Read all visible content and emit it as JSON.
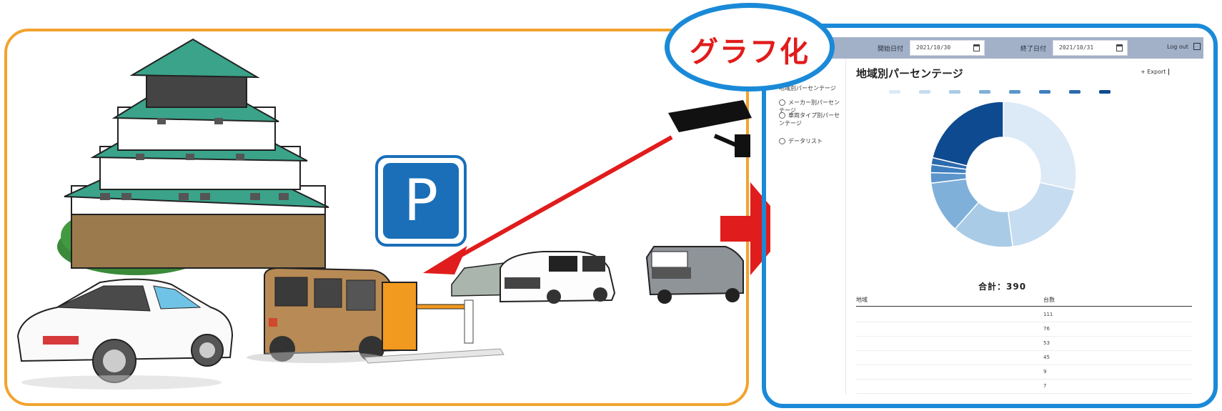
{
  "callout": {
    "text": "グラフ化"
  },
  "parking_sign": {
    "letter": "P"
  },
  "dashboard": {
    "start_label": "開始日付",
    "start_value": "2021/10/30",
    "end_label": "終了日付",
    "end_value": "2021/10/31",
    "logout_label": "Log out",
    "sidebar": [
      {
        "label": "メーカー別パーセンテージ"
      },
      {
        "label": "車両タイプ別パーセンテージ"
      },
      {
        "label": "データリスト"
      }
    ],
    "sidebar_partial": "地域別パーセンテージ",
    "title": "地域別パーセンテージ",
    "export_label": "Export",
    "total_text": "合計：390",
    "table": {
      "headers": [
        "地域",
        "台数"
      ],
      "rows": [
        [
          "",
          "111"
        ],
        [
          "",
          "76"
        ],
        [
          "",
          "53"
        ],
        [
          "",
          "45"
        ],
        [
          "",
          "9"
        ],
        [
          "",
          "7"
        ]
      ]
    }
  },
  "chart_data": {
    "type": "pie",
    "values": [
      111,
      76,
      53,
      45,
      9,
      7,
      6,
      83
    ],
    "colors": [
      "#dce9f6",
      "#c6dcf0",
      "#a9cbe6",
      "#7fb0d9",
      "#5b95cc",
      "#3f7fbf",
      "#2c6aae",
      "#0e4a8f"
    ],
    "legend": [
      "",
      "",
      "",
      "",
      "",
      "",
      "",
      ""
    ],
    "total_label": "合計：390"
  }
}
